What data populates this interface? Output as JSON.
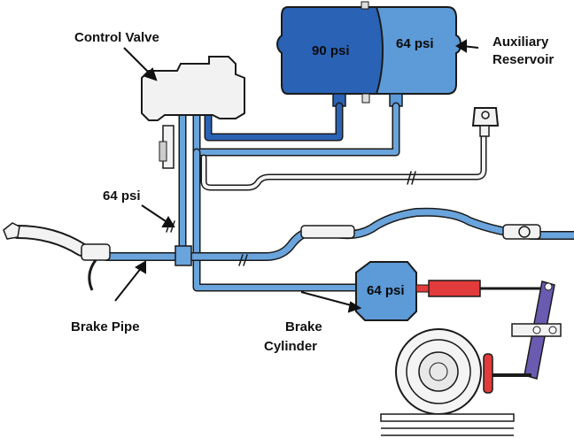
{
  "labels": {
    "control_valve": "Control Valve",
    "auxiliary_reservoir_line1": "Auxiliary",
    "auxiliary_reservoir_line2": "Reservoir",
    "brake_pipe": "Brake Pipe",
    "brake_pipe_pressure": "64 psi",
    "brake_cylinder_line1": "Brake",
    "brake_cylinder_line2": "Cylinder"
  },
  "readouts": {
    "reservoir_dark": "90 psi",
    "reservoir_light": "64 psi",
    "brake_cylinder": "64 psi"
  },
  "colors": {
    "dark_blue": "#2a63b5",
    "light_blue": "#5c9ad8",
    "pipe_blue": "#6aa4dc",
    "piston_red": "#e23b3b",
    "lever_purple": "#6a5bb0",
    "outline": "#1a1a1a"
  }
}
